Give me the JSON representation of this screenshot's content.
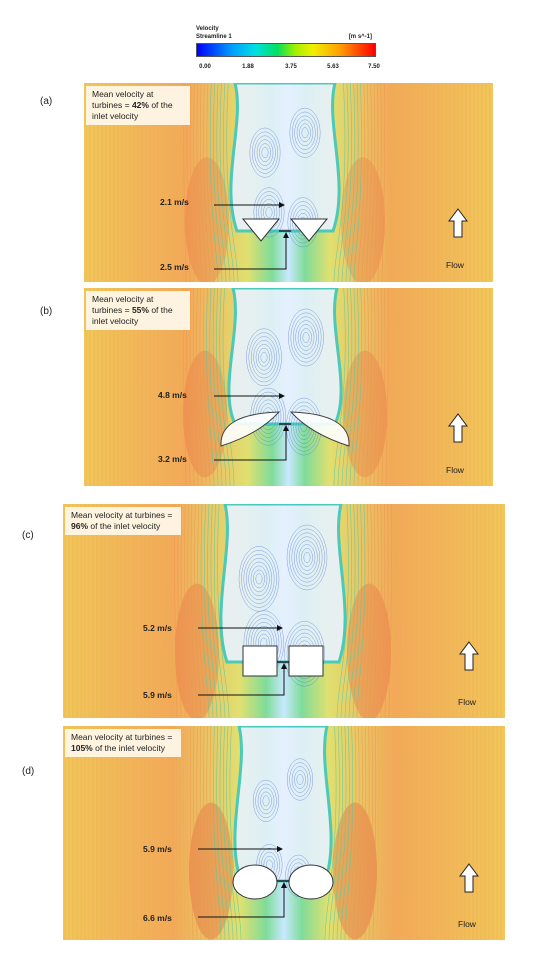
{
  "legend": {
    "title": "Velocity",
    "subtitle": "Streamline 1",
    "unit": "[m s^-1]",
    "ticks": [
      "0.00",
      "1.88",
      "3.75",
      "5.63",
      "7.50"
    ]
  },
  "panels": [
    {
      "label": "(a)",
      "note_pre": "Mean velocity at turbines = ",
      "note_pct": "42%",
      "note_post": " of the inlet velocity",
      "v_top": "2.1 m/s",
      "v_bot": "2.5 m/s",
      "flow": "Flow",
      "shape": "triangle"
    },
    {
      "label": "(b)",
      "note_pre": "Mean velocity at turbines = ",
      "note_pct": "55%",
      "note_post": " of the inlet velocity",
      "v_top": "4.8 m/s",
      "v_bot": "3.2 m/s",
      "flow": "Flow",
      "shape": "foil"
    },
    {
      "label": "(c)",
      "note_pre": "Mean velocity at turbines = ",
      "note_pct": "96%",
      "note_post": " of the inlet velocity",
      "v_top": "5.2 m/s",
      "v_bot": "5.9 m/s",
      "flow": "Flow",
      "shape": "square"
    },
    {
      "label": "(d)",
      "note_pre": "Mean velocity at turbines = ",
      "note_pct": "105%",
      "note_post": " of the inlet velocity",
      "v_top": "5.9 m/s",
      "v_bot": "6.6 m/s",
      "flow": "Flow",
      "shape": "circle"
    }
  ]
}
